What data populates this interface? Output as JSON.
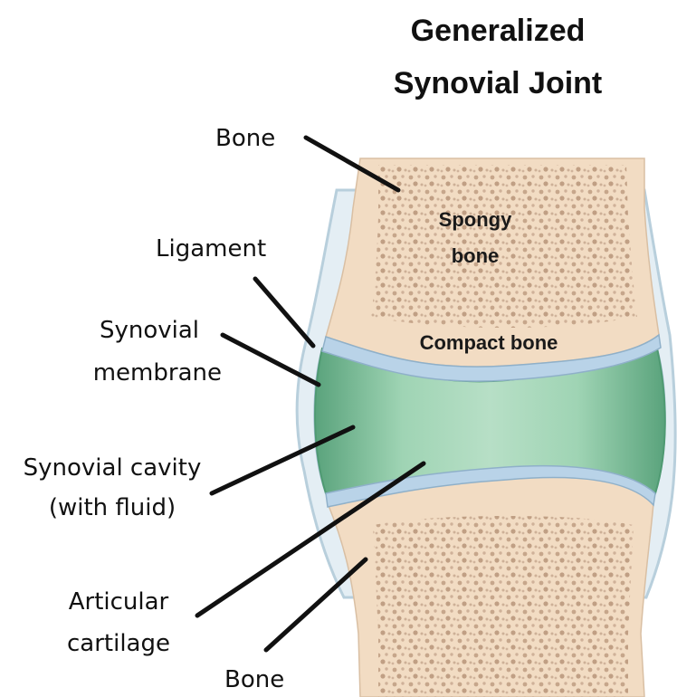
{
  "title": {
    "line1": "Generalized",
    "line2": "Synovial Joint"
  },
  "labels": {
    "bone_top": "Bone",
    "ligament": "Ligament",
    "synovial_membrane_line1": "Synovial",
    "synovial_membrane_line2": "membrane",
    "synovial_cavity_line1": "Synovial cavity",
    "synovial_cavity_line2": "(with fluid)",
    "articular_cartilage_line1": "Articular",
    "articular_cartilage_line2": "cartilage",
    "bone_bottom": "Bone"
  },
  "inner_labels": {
    "spongy_line1": "Spongy",
    "spongy_line2": "bone",
    "compact": "Compact bone"
  },
  "colors": {
    "bone_fill": "#f2dcc3",
    "spongy_dot": "#c4a489",
    "cartilage": "#b7d3ea",
    "synovial_fluid": "#8fcba6",
    "capsule": "#dce9f0",
    "leader_line": "#111111"
  }
}
